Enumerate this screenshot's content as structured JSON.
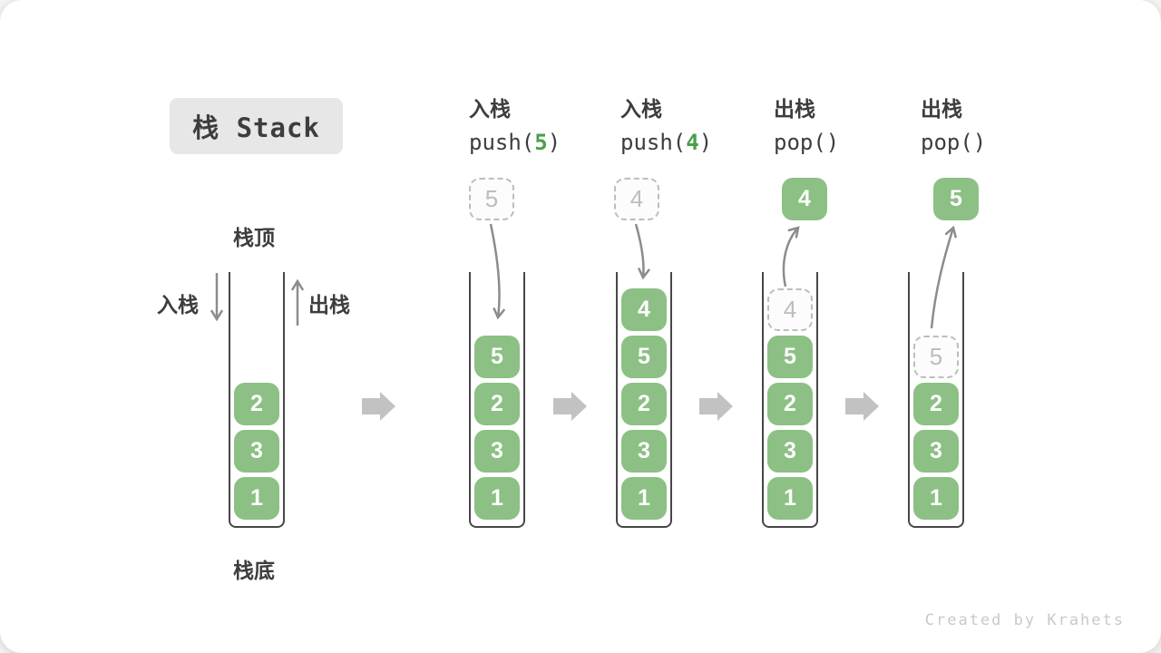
{
  "title": "栈 Stack",
  "labels": {
    "stack_top": "栈顶",
    "stack_bottom": "栈底",
    "push_side": "入栈",
    "pop_side": "出栈"
  },
  "columns": [
    {
      "name": "入栈",
      "code_pre": "push(",
      "code_arg": "5",
      "code_post": ")"
    },
    {
      "name": "入栈",
      "code_pre": "push(",
      "code_arg": "4",
      "code_post": ")"
    },
    {
      "name": "出栈",
      "code_pre": "pop(",
      "code_arg": "",
      "code_post": ")"
    },
    {
      "name": "出栈",
      "code_pre": "pop(",
      "code_arg": "",
      "code_post": ")"
    }
  ],
  "floating": [
    {
      "value": "5",
      "style": "ghost"
    },
    {
      "value": "4",
      "style": "ghost"
    },
    {
      "value": "4",
      "style": "solid"
    },
    {
      "value": "5",
      "style": "solid"
    }
  ],
  "stacks": [
    {
      "items": [
        {
          "value": "2",
          "style": "solid"
        },
        {
          "value": "3",
          "style": "solid"
        },
        {
          "value": "1",
          "style": "solid"
        }
      ]
    },
    {
      "items": [
        {
          "value": "5",
          "style": "solid"
        },
        {
          "value": "2",
          "style": "solid"
        },
        {
          "value": "3",
          "style": "solid"
        },
        {
          "value": "1",
          "style": "solid"
        }
      ]
    },
    {
      "items": [
        {
          "value": "4",
          "style": "solid"
        },
        {
          "value": "5",
          "style": "solid"
        },
        {
          "value": "2",
          "style": "solid"
        },
        {
          "value": "3",
          "style": "solid"
        },
        {
          "value": "1",
          "style": "solid"
        }
      ]
    },
    {
      "items": [
        {
          "value": "4",
          "style": "ghost"
        },
        {
          "value": "5",
          "style": "solid"
        },
        {
          "value": "2",
          "style": "solid"
        },
        {
          "value": "3",
          "style": "solid"
        },
        {
          "value": "1",
          "style": "solid"
        }
      ]
    },
    {
      "items": [
        {
          "value": "5",
          "style": "ghost"
        },
        {
          "value": "2",
          "style": "solid"
        },
        {
          "value": "3",
          "style": "solid"
        },
        {
          "value": "1",
          "style": "solid"
        }
      ]
    }
  ],
  "watermark": "Created by Krahets",
  "colors": {
    "cell_green": "#8cc084",
    "code_arg_green": "#4a9f4a",
    "ghost_gray": "#bdbdbd",
    "arrow_gray": "#8c8c8c",
    "flow_arrow_gray": "#c2c2c2",
    "title_bg": "#e7e7e7",
    "text_dark": "#3d3d3d"
  }
}
